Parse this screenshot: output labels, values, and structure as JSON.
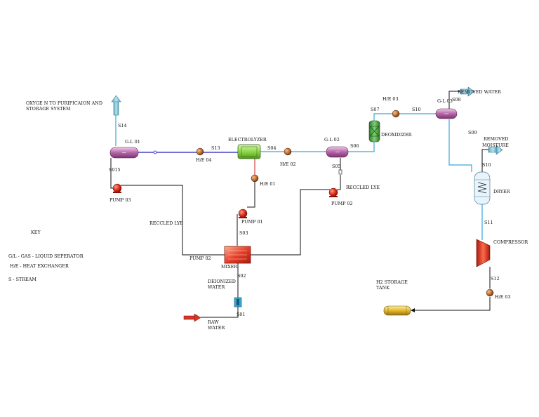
{
  "labels": {
    "oxygen_dest_1": "OXYGE N TO PURIFICAION AND",
    "oxygen_dest_2": "STORAGE   SYSTEM",
    "s14": "S14",
    "gl01": "G-L 01",
    "s015": "S015",
    "pump03": "PUMP 03",
    "s13": "S13",
    "he04": "H/E 04",
    "electrolyzer": "ELECTROLYZER",
    "s04": "S04",
    "he02": "H/E 02",
    "he01": "H/E 01",
    "gl02": "G-L 02",
    "s06": "S06",
    "s05": "S05",
    "reccled_lye_right": "RECCLED LYE",
    "pump02_right": "PUMP 02",
    "deoxidizer": "DEOXIDIZER",
    "s07": "S07",
    "he03_top": "H/E 03",
    "s10_top": "S10",
    "gl03": "G-L 03",
    "s08": "S08",
    "removed_water": "REMOVED WATER",
    "s09": "S09",
    "removed_moisture_1": "REMOVED",
    "removed_moisture_2": "MOISTURE",
    "s10": "S10",
    "dryer": "DRYER",
    "s11": "S11",
    "compressor": "COMPRESSOR",
    "s12": "S12",
    "he03_bottom": "H/E 03",
    "h2_storage_1": "H2 STORAGE",
    "h2_storage_2": "TANK",
    "pump01": "PUMP 01",
    "s03": "S03",
    "reccled_lye_left": "RECCLED LYE",
    "pump02_left": "PUMP 02",
    "mixer": "MIXER",
    "s02": "S02",
    "deionized_1": "DEIONIZED",
    "deionized_2": "WATER",
    "s01": "S01",
    "raw_1": "RAW",
    "raw_2": "WATER"
  },
  "key": {
    "title": "KEY",
    "items": [
      "G/L   -  GAS - LIQUID SEPERATOR",
      "H/E  -  HEAT EXCHANGER",
      "S    -     STREAM"
    ]
  },
  "colors": {
    "separator": "#b565a8",
    "electrolyzer": "#8fd84a",
    "mixer": "#e8402a",
    "pump": "#d62a1a",
    "heat_exchanger": "#b86a2c",
    "deoxidizer": "#3fa53a",
    "dryer": "#e8f4fb",
    "compressor": "#e0301e",
    "storage_tank": "#e3b62e",
    "arrow_out": "#7cc2d8",
    "raw_water_arrow": "#d8342a",
    "filter": "#3aa8d4"
  }
}
